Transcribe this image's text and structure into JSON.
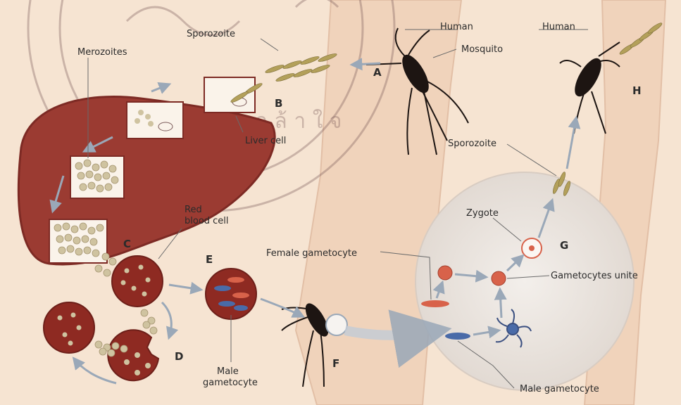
{
  "labels": {
    "sporozoite_top": "Sporozoite",
    "human_left": "Human",
    "human_right": "Human",
    "mosquito": "Mosquito",
    "merozoites": "Merozoites",
    "liver_cell": "Liver cell",
    "sporozoite_mid": "Sporozoite",
    "red_blood_cell_1": "Red",
    "red_blood_cell_2": "blood cell",
    "female_gametocyte": "Female gametocyte",
    "zygote": "Zygote",
    "gametocytes_unite": "Gametocytes unite",
    "male_gametocyte_1": "Male",
    "male_gametocyte_2": "gametocyte",
    "male_gametocyte_right": "Male gametocyte"
  },
  "stages": {
    "A": "A",
    "B": "B",
    "C": "C",
    "D": "D",
    "E": "E",
    "F": "F",
    "G": "G",
    "H": "H"
  },
  "watermark": "ข อ ม เ ก ล้ า ใ จ",
  "colors": {
    "background": "#f6e4d2",
    "skin": "#f3d9c2",
    "liver": "#9b3b32",
    "liver_dark": "#7d2a24",
    "rbc": "#8e2a22",
    "mosquito": "#1d1512",
    "parasite": "#b3a05a",
    "gut_circle": "#ece6e1"
  }
}
